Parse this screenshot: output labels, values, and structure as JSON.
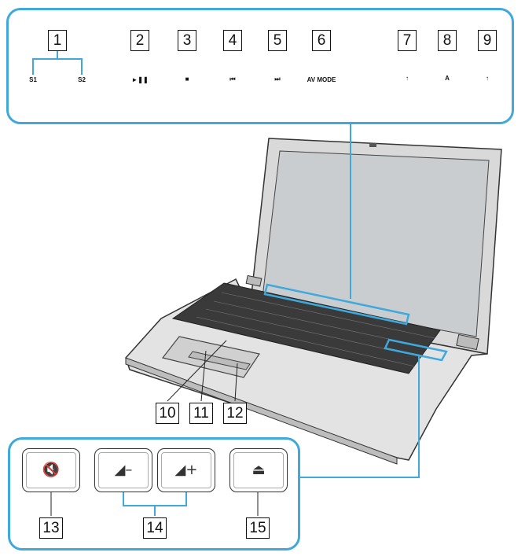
{
  "top_panel": {
    "callouts": [
      {
        "num": "1",
        "label_a": "S1",
        "label_b": "S2"
      },
      {
        "num": "2",
        "label": "►❚❚"
      },
      {
        "num": "3",
        "label": "■"
      },
      {
        "num": "4",
        "label": "⏮"
      },
      {
        "num": "5",
        "label": "⏭"
      },
      {
        "num": "6",
        "label": "AV MODE"
      },
      {
        "num": "7",
        "label": "↑"
      },
      {
        "num": "8",
        "label": "A"
      },
      {
        "num": "9",
        "label": "↑"
      }
    ]
  },
  "body_callouts": [
    {
      "num": "10"
    },
    {
      "num": "11"
    },
    {
      "num": "12"
    }
  ],
  "bottom_panel": {
    "keys": [
      {
        "num": "13",
        "glyph": "🔇",
        "icon": "mute-icon"
      },
      {
        "glyph": "◢–",
        "icon": "volume-down-icon"
      },
      {
        "glyph": "◢+",
        "icon": "volume-up-icon"
      },
      {
        "num": "15",
        "glyph": "⏏",
        "icon": "eject-icon"
      }
    ],
    "group_num": "14"
  },
  "colors": {
    "accent": "#3fa9dc",
    "laptop_body": "#e6e6e6",
    "screen": "#cfd3d6"
  }
}
